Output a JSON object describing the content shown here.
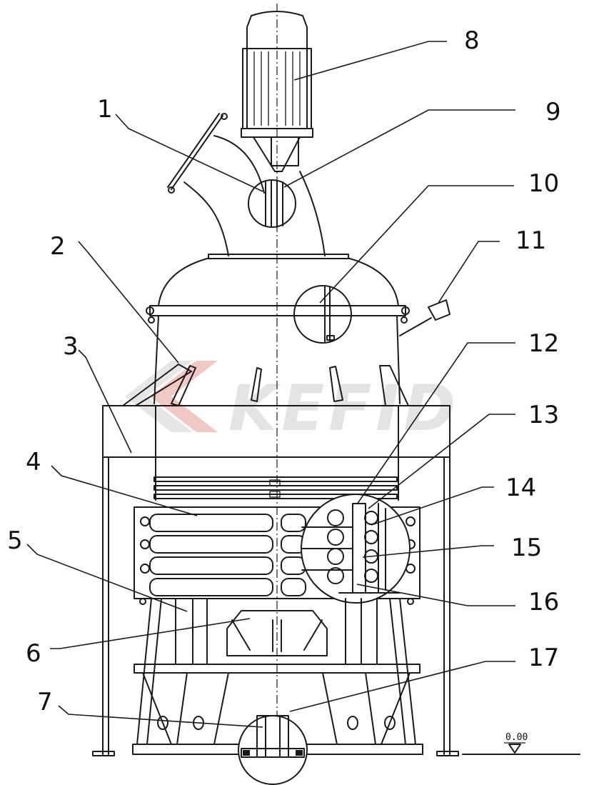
{
  "watermark": "KEFID",
  "level_mark": "0.00",
  "part_numbers": [
    "1",
    "2",
    "3",
    "4",
    "5",
    "6",
    "7",
    "8",
    "9",
    "10",
    "11",
    "12",
    "13",
    "14",
    "15",
    "16",
    "17"
  ],
  "colors": {
    "line": "#1a1a1a",
    "watermark_grey": "#e3e3e3",
    "watermark_red": "#f2c8c4"
  }
}
